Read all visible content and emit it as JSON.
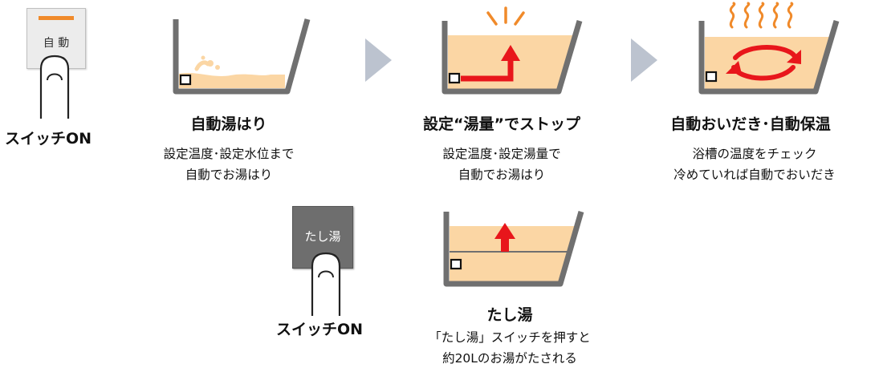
{
  "switches": {
    "auto": {
      "button_label": "自 動",
      "caption": "スイッチON"
    },
    "tashiyu": {
      "button_label": "たし湯",
      "caption": "スイッチON"
    }
  },
  "steps": [
    {
      "title": "自動湯はり",
      "desc_line1": "設定温度･設定水位まで",
      "desc_line2": "自動でお湯はり"
    },
    {
      "title": "設定“湯量”でストップ",
      "desc_line1": "設定温度･設定湯量で",
      "desc_line2": "自動でお湯はり"
    },
    {
      "title": "自動おいだき･自動保温",
      "desc_line1": "浴槽の温度をチェック",
      "desc_line2": "冷めていれば自動でおいだき"
    },
    {
      "title": "たし湯",
      "desc_line1": "「たし湯」スイッチを押すと",
      "desc_line2": "約20Lのお湯がたされる"
    }
  ],
  "colors": {
    "water": "#fbd6a4",
    "tub": "#707070",
    "arrow_red": "#e8161b",
    "accent_orange": "#f08a2a",
    "chevron": "#bcc3cf",
    "button_dark": "#6e6e6e",
    "button_light": "#ececec"
  },
  "icons": [
    "finger-icon",
    "chevron-right-icon",
    "sparkle-icon",
    "steam-icon",
    "circulation-arrows-icon",
    "up-arrow-icon"
  ]
}
